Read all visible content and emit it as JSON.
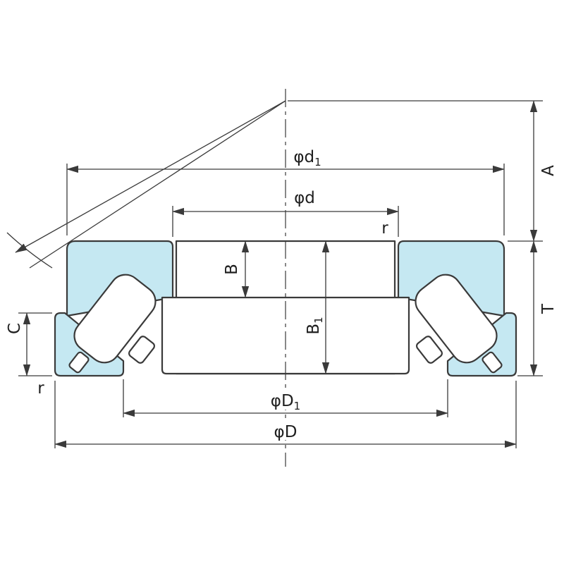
{
  "page": {
    "background": "#ffffff"
  },
  "diagram": {
    "name": "spherical-roller-thrust-bearing-cross-section",
    "colors": {
      "washer_fill": "#c5e8f2",
      "outline": "#3a3a3a",
      "dimension": "#3a3a3a",
      "text": "#1f1f1f"
    },
    "labels": {
      "phi_d1": {
        "base": "φd",
        "sub": "1"
      },
      "phi_d": {
        "base": "φd",
        "sub": ""
      },
      "r_top": {
        "base": "r",
        "sub": ""
      },
      "B": {
        "base": "B",
        "sub": ""
      },
      "B1": {
        "base": "B",
        "sub": "1"
      },
      "A": {
        "base": "A",
        "sub": ""
      },
      "T": {
        "base": "T",
        "sub": ""
      },
      "C": {
        "base": "C",
        "sub": ""
      },
      "r_bottom": {
        "base": "r",
        "sub": ""
      },
      "phi_D1": {
        "base": "φD",
        "sub": "1"
      },
      "phi_D": {
        "base": "φD",
        "sub": ""
      }
    }
  }
}
